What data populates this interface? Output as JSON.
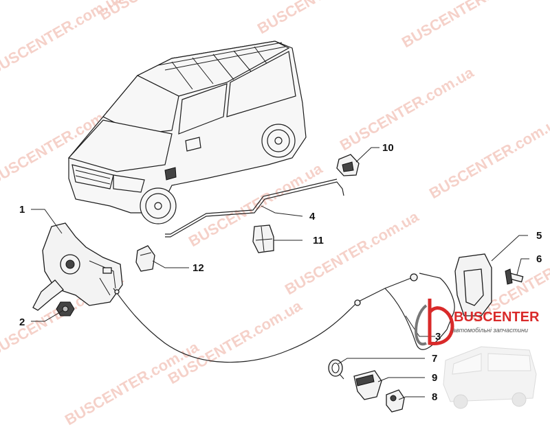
{
  "watermark": {
    "text_a": "BUSCENTER.com.ua",
    "color": "#e89a8a"
  },
  "callouts": [
    {
      "id": "1",
      "label": "1"
    },
    {
      "id": "2",
      "label": "2"
    },
    {
      "id": "3",
      "label": "3"
    },
    {
      "id": "4",
      "label": "4"
    },
    {
      "id": "5",
      "label": "5"
    },
    {
      "id": "6",
      "label": "6"
    },
    {
      "id": "7",
      "label": "7"
    },
    {
      "id": "8",
      "label": "8"
    },
    {
      "id": "9",
      "label": "9"
    },
    {
      "id": "10",
      "label": "10"
    },
    {
      "id": "11",
      "label": "11"
    },
    {
      "id": "12",
      "label": "12"
    }
  ],
  "logo": {
    "name": "BUSCENTER",
    "tagline": "автомобільні запчастини",
    "accent": "#d92a2a"
  }
}
